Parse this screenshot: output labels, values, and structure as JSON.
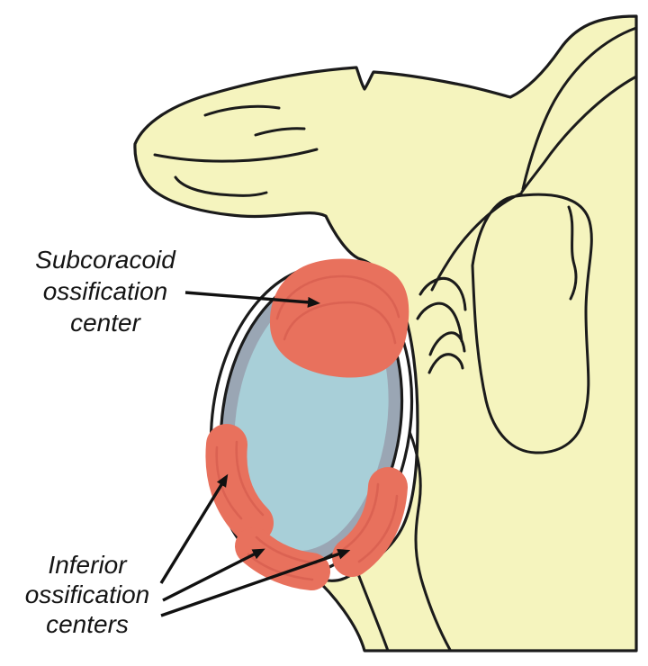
{
  "figure": {
    "background_color": "#ffffff",
    "colors": {
      "bone_fill": "#F5F4BE",
      "outline": "#1b1b1b",
      "glenoid_fossa_fill": "#A8CFD8",
      "labrum_rim_fill": "#9AA6B4",
      "rim_gap_fill": "#ffffff",
      "ossification_fill": "#E8715D",
      "ossification_stripe": "#D75F50",
      "arrow_color": "#111111",
      "label_text_color": "#141414"
    },
    "labels": {
      "subcoracoid": {
        "lines": [
          "Subcoracoid",
          "ossification",
          "center"
        ]
      },
      "inferior": {
        "lines": [
          "Inferior",
          "ossification",
          "centers"
        ]
      }
    }
  }
}
